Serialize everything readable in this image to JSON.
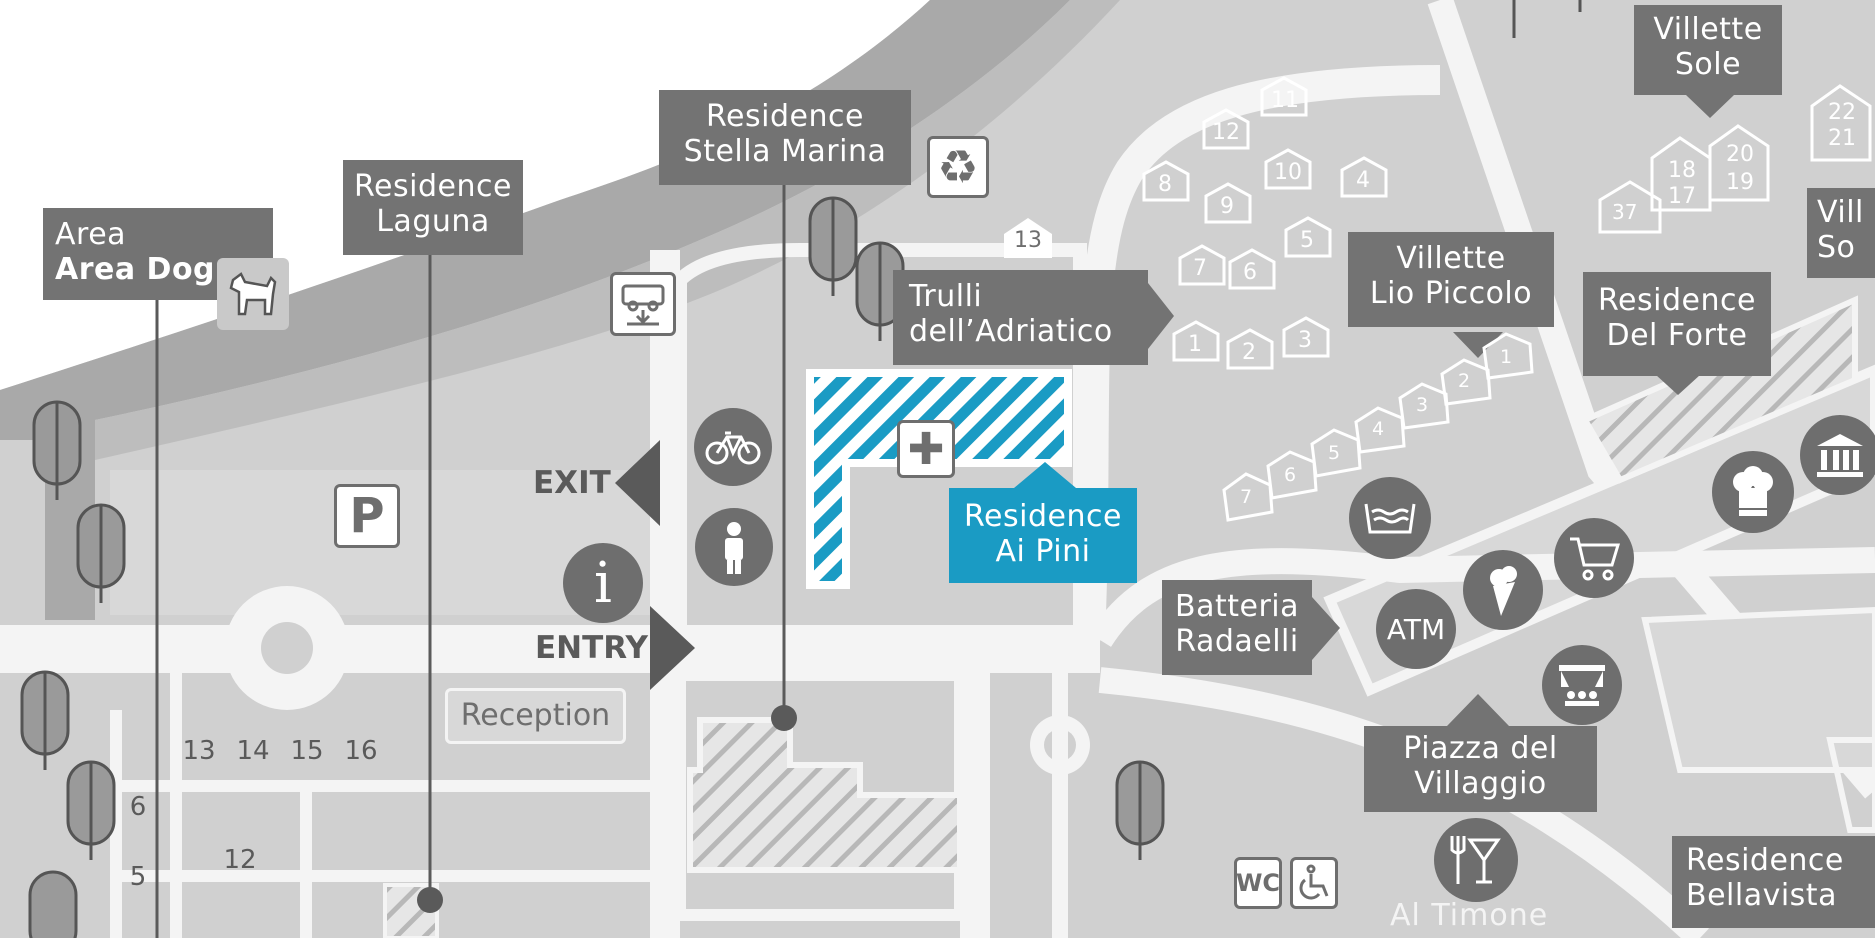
{
  "labels": {
    "area_dog": [
      "Area",
      "Area Dog"
    ],
    "residence_laguna": [
      "Residence",
      "Laguna"
    ],
    "residence_stella_marina": [
      "Residence",
      "Stella Marina"
    ],
    "trulli": [
      "Trulli",
      "dell’Adriatico"
    ],
    "villette_lio_piccolo": [
      "Villette",
      "Lio Piccolo"
    ],
    "residence_del_forte": [
      "Residence",
      "Del Forte"
    ],
    "villette_sole": [
      "Villette",
      "Sole"
    ],
    "villette_edge": [
      "Vill",
      "So"
    ],
    "residence_ai_pini": [
      "Residence",
      "Ai Pini"
    ],
    "batteria_radaelli": [
      "Batteria",
      "Radaelli"
    ],
    "piazza_del_villaggio": [
      "Piazza del",
      "Villaggio"
    ],
    "residence_bellavista": [
      "Residence",
      "Bellavista"
    ]
  },
  "exit_label": "EXIT",
  "entry_label": "ENTRY",
  "reception_label": "Reception",
  "al_timone_label": "Al Timone",
  "icons": {
    "parking": "P",
    "info": "i",
    "atm": "ATM",
    "wc": "WC",
    "first_aid": "✚",
    "recycle": "♻",
    "bike": "bicycle-icon",
    "security": "person-icon",
    "laundry": "laundry-icon",
    "gelato": "gelato-icon",
    "cart": "cart-icon",
    "chef": "restaurant-icon",
    "museum": "museum-icon",
    "theater": "theater-icon",
    "cocktail": "bar-icon",
    "accessible": "wheelchair-icon",
    "camper": "camper-service-icon",
    "dog": "dog-icon"
  },
  "parking_lots": {
    "row_a": [
      "13",
      "14",
      "15",
      "16"
    ],
    "side": [
      "6",
      "5"
    ],
    "big": "12"
  },
  "houses_white": [
    "11",
    "12",
    "10",
    "8",
    "9",
    "4",
    "13",
    "7",
    "6",
    "5",
    "1",
    "2",
    "3"
  ],
  "houses_lio": [
    "7",
    "6",
    "5",
    "4",
    "3",
    "2",
    "1"
  ],
  "houses_sole": [
    "37",
    "18",
    "17",
    "20",
    "19",
    "22",
    "21"
  ],
  "colors": {
    "land": "#c9c9c9",
    "road": "#f4f4f4",
    "label": "#737373",
    "highlight": "#1a9bc4",
    "tree": "#9a9a9a"
  }
}
